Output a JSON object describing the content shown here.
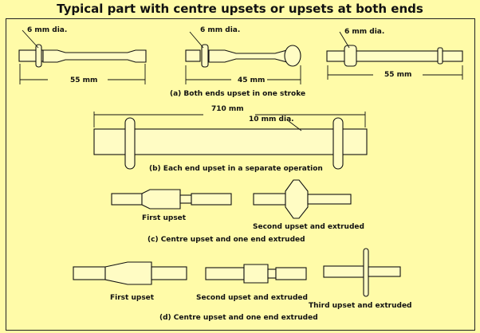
{
  "title": "Typical part with centre upsets or upsets at both ends",
  "labels": {
    "dia_6mm": "6 mm dia.",
    "len_55": "55 mm",
    "len_45": "45 mm",
    "caption_a": "(a) Both ends upset in one stroke",
    "len_710": "710 mm",
    "dia_10mm": "10 mm dia.",
    "caption_b": "(b) Each end upset in a separate operation",
    "first_upset": "First upset",
    "second_upset_extruded": "Second upset and extruded",
    "caption_c": "(c) Centre upset and one end extruded",
    "third_upset_extruded": "Third upset and extruded",
    "caption_d": "(d) Centre upset and one end extruded"
  }
}
